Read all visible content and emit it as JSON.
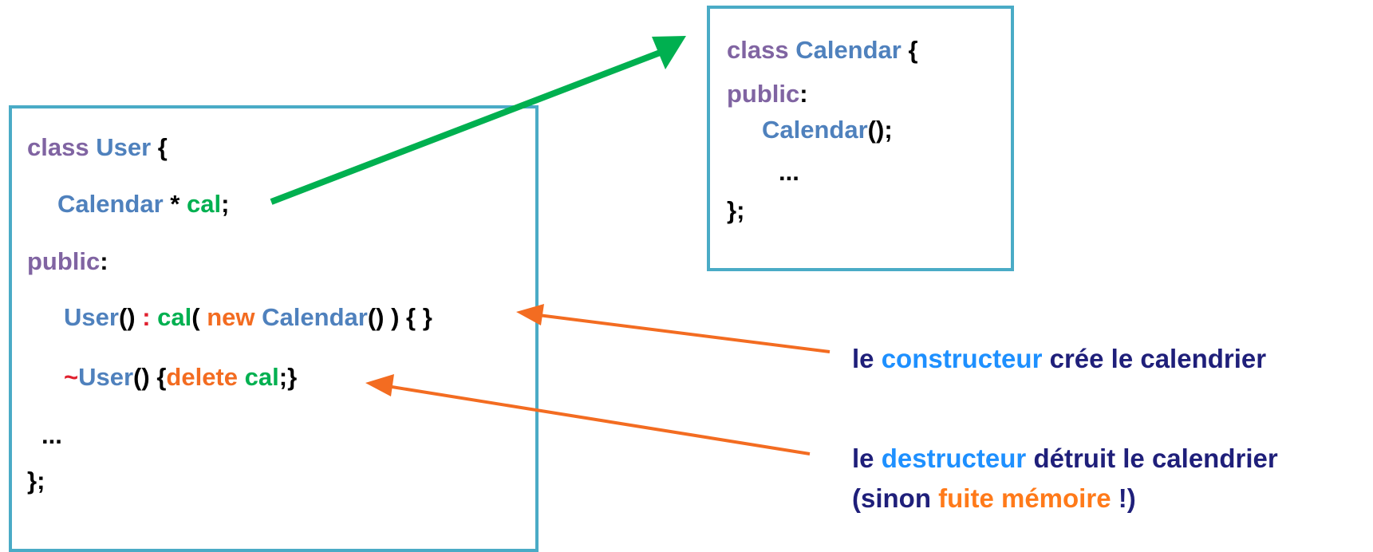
{
  "user_class": {
    "l1": {
      "kw": "class",
      "name": "User",
      "brace": "{"
    },
    "l2": {
      "type": "Calendar",
      "star": "*",
      "var": "cal",
      "semi": ";"
    },
    "l3": {
      "kw": "public",
      "colon": ":"
    },
    "l4": {
      "name": "User",
      "parens": "()",
      "colon": ":",
      "var": "cal",
      "paren_open": "(",
      "new_kw": "new",
      "type": "Calendar",
      "parens2": "()",
      "tail": ") { }"
    },
    "l5": {
      "tilde": "~",
      "name": "User",
      "parens": "()",
      "brace": "{",
      "delete_kw": "delete",
      "var": "cal",
      "tail": ";}"
    },
    "l6": "...",
    "l7": "};"
  },
  "calendar_class": {
    "l1": {
      "kw": "class",
      "name": "Calendar",
      "brace": "{"
    },
    "l2": {
      "kw": "public",
      "colon": ":"
    },
    "l3": {
      "name": "Calendar",
      "tail": "();"
    },
    "l4": "...",
    "l5": "};"
  },
  "annotations": {
    "constructor": {
      "pre": "le",
      "keyword": "constructeur",
      "post": "crée le calendrier"
    },
    "destructor": {
      "pre": "le",
      "keyword": "destructeur",
      "post": "détruit le calendrier",
      "l2_open": "(sinon",
      "l2_keyword": "fuite mémoire",
      "l2_close": "!)"
    }
  },
  "colors": {
    "box_border": "#4aabc6",
    "keyword": "#8064a2",
    "type": "#4f81bd",
    "variable": "#00b050",
    "operator": "#f36c21",
    "arrow_green": "#00b050",
    "arrow_orange": "#f36c21",
    "note_text": "#1f1f7a",
    "note_highlight": "#1e90ff"
  }
}
